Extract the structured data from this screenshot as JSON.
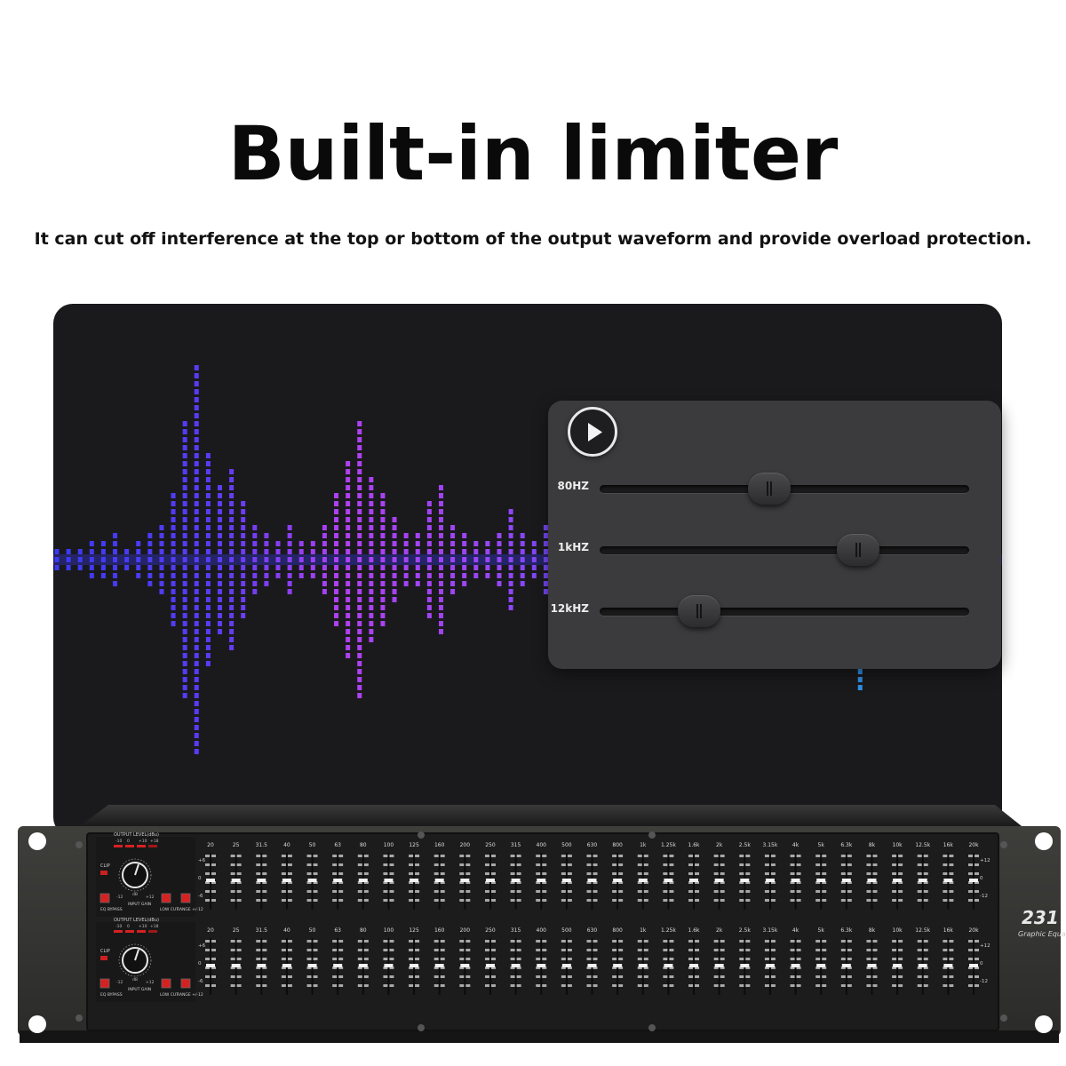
{
  "headline": "Built-in limiter",
  "subheadline": "It can cut off interference at the top or bottom of the output waveform and provide overload protection.",
  "eq_card": {
    "play_icon": "play-icon",
    "sliders": [
      {
        "label": "80HZ",
        "level": 0.46
      },
      {
        "label": "1kHZ",
        "level": 0.7
      },
      {
        "label": "12kHZ",
        "level": 0.27
      }
    ]
  },
  "colors": {
    "panel_bg": "#1a1a1d",
    "card_bg": "#3b3b3d",
    "wave_blue": "#3a3af2",
    "wave_purple": "#b040f0",
    "wave_cyan": "#2f8fe6"
  },
  "equalizer": {
    "model": "231",
    "model_subtitle": "Graphic Equalizer",
    "channels": [
      {
        "output_level_label": "OUTPUT LEVEL(dBu)",
        "output_scale": [
          "-10",
          "0",
          "+10",
          "+18"
        ],
        "clip_label": "CLIP",
        "knob_scale_low": "-12",
        "knob_scale_high": "+12",
        "knob_unit": "dB",
        "eq_bypass_label": "EQ BYPASS",
        "input_gain_label": "INPUT GAIN",
        "low_cut_label": "LOW CUT",
        "range_label": "RANGE +/-12",
        "left_scale": [
          "+6",
          "0",
          "-6"
        ],
        "right_scale": [
          "+12",
          "0",
          "-12"
        ]
      },
      {
        "output_level_label": "OUTPUT LEVEL(dBu)",
        "output_scale": [
          "-10",
          "0",
          "+10",
          "+18"
        ],
        "clip_label": "CLIP",
        "knob_scale_low": "-12",
        "knob_scale_high": "+12",
        "knob_unit": "dB",
        "eq_bypass_label": "EQ BYPASS",
        "input_gain_label": "INPUT GAIN",
        "low_cut_label": "LOW CUT",
        "range_label": "RANGE +/-12",
        "left_scale": [
          "+6",
          "0",
          "-6"
        ],
        "right_scale": [
          "+12",
          "0",
          "-12"
        ]
      }
    ],
    "bands": [
      "20",
      "25",
      "31.5",
      "40",
      "50",
      "63",
      "80",
      "100",
      "125",
      "160",
      "200",
      "250",
      "315",
      "400",
      "500",
      "630",
      "800",
      "1k",
      "1.25k",
      "1.6k",
      "2k",
      "2.5k",
      "3.15k",
      "4k",
      "5k",
      "6.3k",
      "8k",
      "10k",
      "12.5k",
      "16k",
      "20k"
    ]
  }
}
